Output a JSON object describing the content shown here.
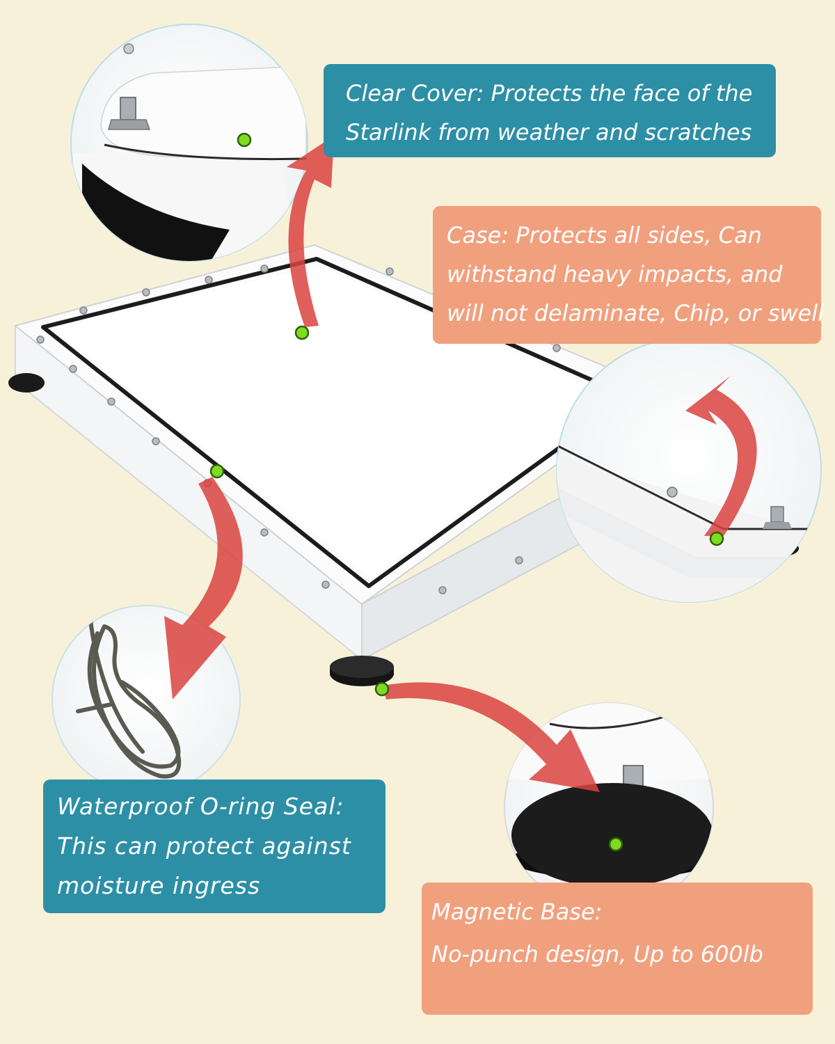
{
  "callouts": {
    "clear_cover": {
      "lines": [
        "Clear Cover: Protects the face of the",
        "Starlink from weather and scratches"
      ]
    },
    "case": {
      "lines": [
        "Case: Protects all sides, Can",
        "withstand heavy impacts, and",
        "will not delaminate, Chip, or swell"
      ]
    },
    "seal": {
      "lines": [
        "Waterproof O-ring Seal:",
        "This can protect against",
        "moisture ingress"
      ]
    },
    "base": {
      "lines": [
        "Magnetic Base:",
        "No-punch design, Up to 600lb"
      ]
    }
  },
  "colors": {
    "background": "#f8f1d9",
    "callout_teal": "#2c8fa6",
    "callout_salmon": "#f1a07e",
    "arrow_red": "#d9433f",
    "marker_green": "#7ddc1f"
  },
  "icons": [
    "arrow-icon",
    "marker-dot-icon"
  ]
}
